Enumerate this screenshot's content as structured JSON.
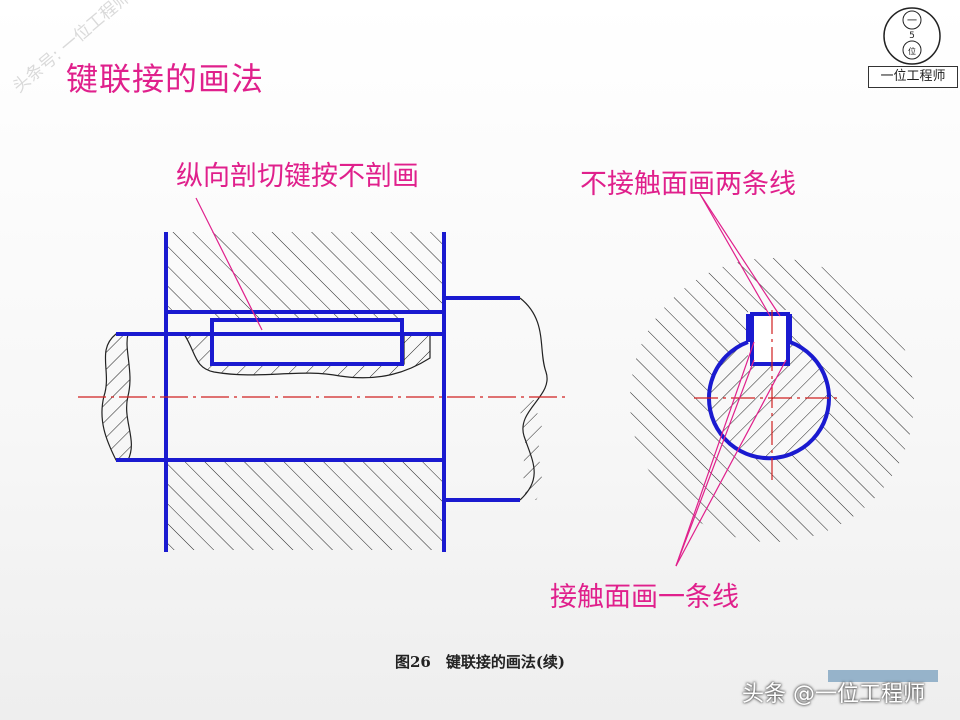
{
  "title": "键联接的画法",
  "labels": {
    "longitudinal_section": "纵向剖切键按不剖画",
    "no_contact": "不接触面画两条线",
    "contact": "接触面画一条线"
  },
  "caption": "图26　键联接的画法(续)",
  "logo": {
    "name": "一位工程师",
    "glyphs": [
      "一",
      "5",
      "位"
    ]
  },
  "watermark": "头条号: 一位工程师",
  "footer": "头条 @一位工程师",
  "colors": {
    "accent": "#e0208c",
    "outline": "#1a1ad0",
    "hatch": "#222222",
    "centerline": "#d02020"
  }
}
